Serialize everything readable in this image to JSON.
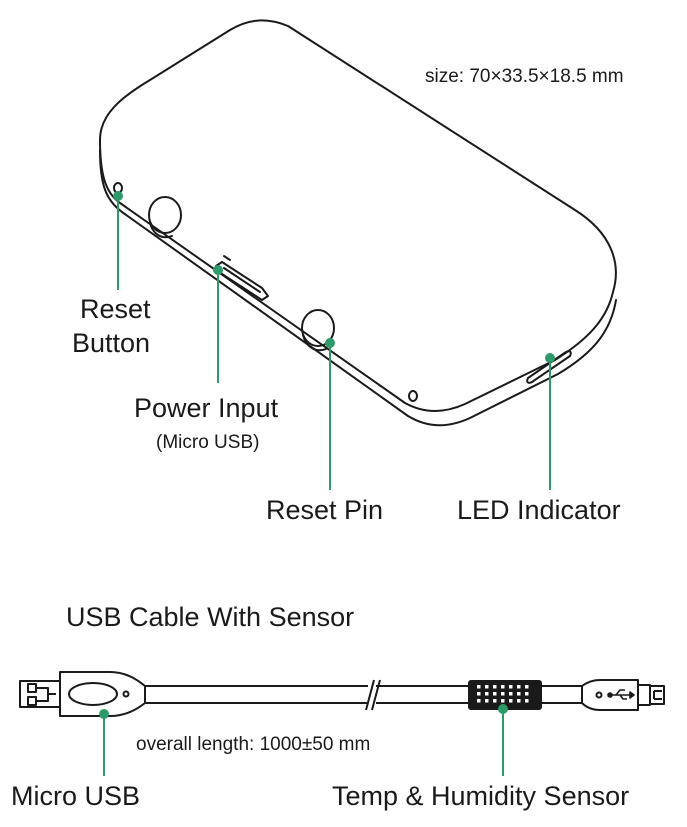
{
  "device": {
    "size_text": "size: 70×33.5×18.5 mm",
    "reset_button_line1": "Reset",
    "reset_button_line2": "Button",
    "power_input": "Power Input",
    "power_input_sub": "(Micro USB)",
    "reset_pin": "Reset Pin",
    "led_indicator": "LED Indicator"
  },
  "cable": {
    "title": "USB Cable With Sensor",
    "length_text": "overall length: 1000±50 mm",
    "micro_usb": "Micro USB",
    "sensor": "Temp & Humidity Sensor"
  },
  "colors": {
    "leader_line": "#2e9a6a",
    "outline": "#1a1a1a",
    "sensor_body": "#1a1a1a"
  }
}
